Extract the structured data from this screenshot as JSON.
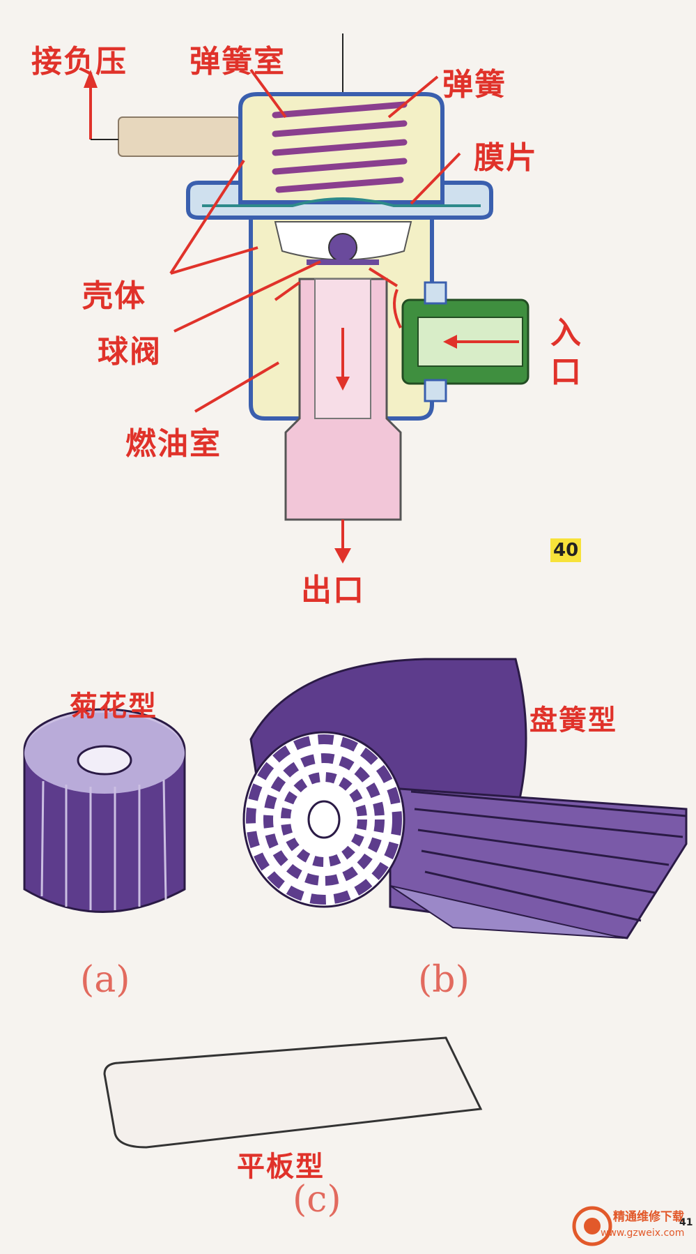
{
  "diagram": {
    "labels": {
      "vacuum": "接负压",
      "spring_chamber": "弹簧室",
      "spring": "弹簧",
      "diaphragm": "膜片",
      "housing": "壳体",
      "ball_valve": "球阀",
      "fuel_chamber": "燃油室",
      "inlet": "入口",
      "outlet": "出口"
    },
    "figure_number": "40"
  },
  "filters": {
    "chrysanthemum": "菊花型",
    "coil": "盘簧型",
    "flat": "平板型",
    "sub_a": "(a)",
    "sub_b": "(b)",
    "sub_c": "(c)"
  },
  "watermark": {
    "text": "精通维修下载",
    "url": "www.gzweix.com",
    "page": "41"
  },
  "colors": {
    "label_red": "#e0322a",
    "housing_blue": "#3a5fae",
    "spring_purple": "#8a3f8e",
    "chamber_yellow": "#f3f0c6",
    "outlet_pink": "#f2c6d8",
    "inlet_green": "#3f8f3f",
    "filter_purple": "#5d3c8c"
  }
}
